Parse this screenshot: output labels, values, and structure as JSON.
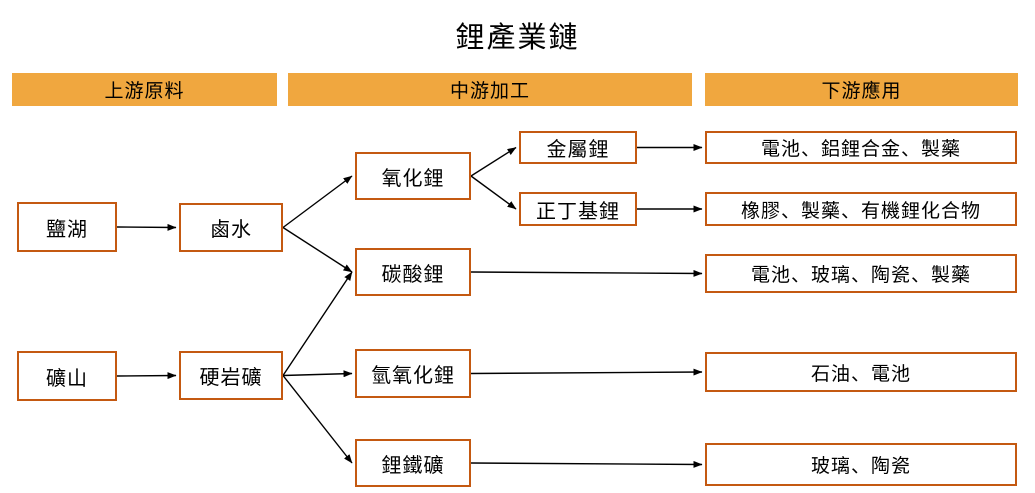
{
  "title": "鋰產業鏈",
  "colors": {
    "header_bg": "#F0A73F",
    "box_border": "#C45911",
    "arrow": "#000000",
    "text": "#000000",
    "background": "#FFFFFF"
  },
  "headers": [
    {
      "id": "upstream",
      "label": "上游原料"
    },
    {
      "id": "midstream",
      "label": "中游加工"
    },
    {
      "id": "downstream",
      "label": "下游應用"
    }
  ],
  "nodes": {
    "salt_lake": "鹽湖",
    "mine": "礦山",
    "brine": "鹵水",
    "hard_rock_ore": "硬岩礦",
    "lithium_oxide": "氧化鋰",
    "lithium_metal": "金屬鋰",
    "n_butyllithium": "正丁基鋰",
    "lithium_carbonate": "碳酸鋰",
    "lithium_hydroxide": "氫氧化鋰",
    "lithium_iron_ore": "鋰鐵礦",
    "app_metal": "電池、鋁鋰合金、製藥",
    "app_butyl": "橡膠、製藥、有機鋰化合物",
    "app_carbonate": "電池、玻璃、陶瓷、製藥",
    "app_hydroxide": "石油、電池",
    "app_iron": "玻璃、陶瓷"
  },
  "edges": [
    {
      "from": "salt_lake",
      "to": "brine"
    },
    {
      "from": "mine",
      "to": "hard_rock_ore"
    },
    {
      "from": "brine",
      "to": "lithium_oxide"
    },
    {
      "from": "brine",
      "to": "lithium_carbonate"
    },
    {
      "from": "hard_rock_ore",
      "to": "lithium_carbonate"
    },
    {
      "from": "hard_rock_ore",
      "to": "lithium_hydroxide"
    },
    {
      "from": "hard_rock_ore",
      "to": "lithium_iron_ore"
    },
    {
      "from": "lithium_oxide",
      "to": "lithium_metal"
    },
    {
      "from": "lithium_oxide",
      "to": "n_butyllithium"
    },
    {
      "from": "lithium_metal",
      "to": "app_metal"
    },
    {
      "from": "n_butyllithium",
      "to": "app_butyl"
    },
    {
      "from": "lithium_carbonate",
      "to": "app_carbonate"
    },
    {
      "from": "lithium_hydroxide",
      "to": "app_hydroxide"
    },
    {
      "from": "lithium_iron_ore",
      "to": "app_iron"
    }
  ]
}
